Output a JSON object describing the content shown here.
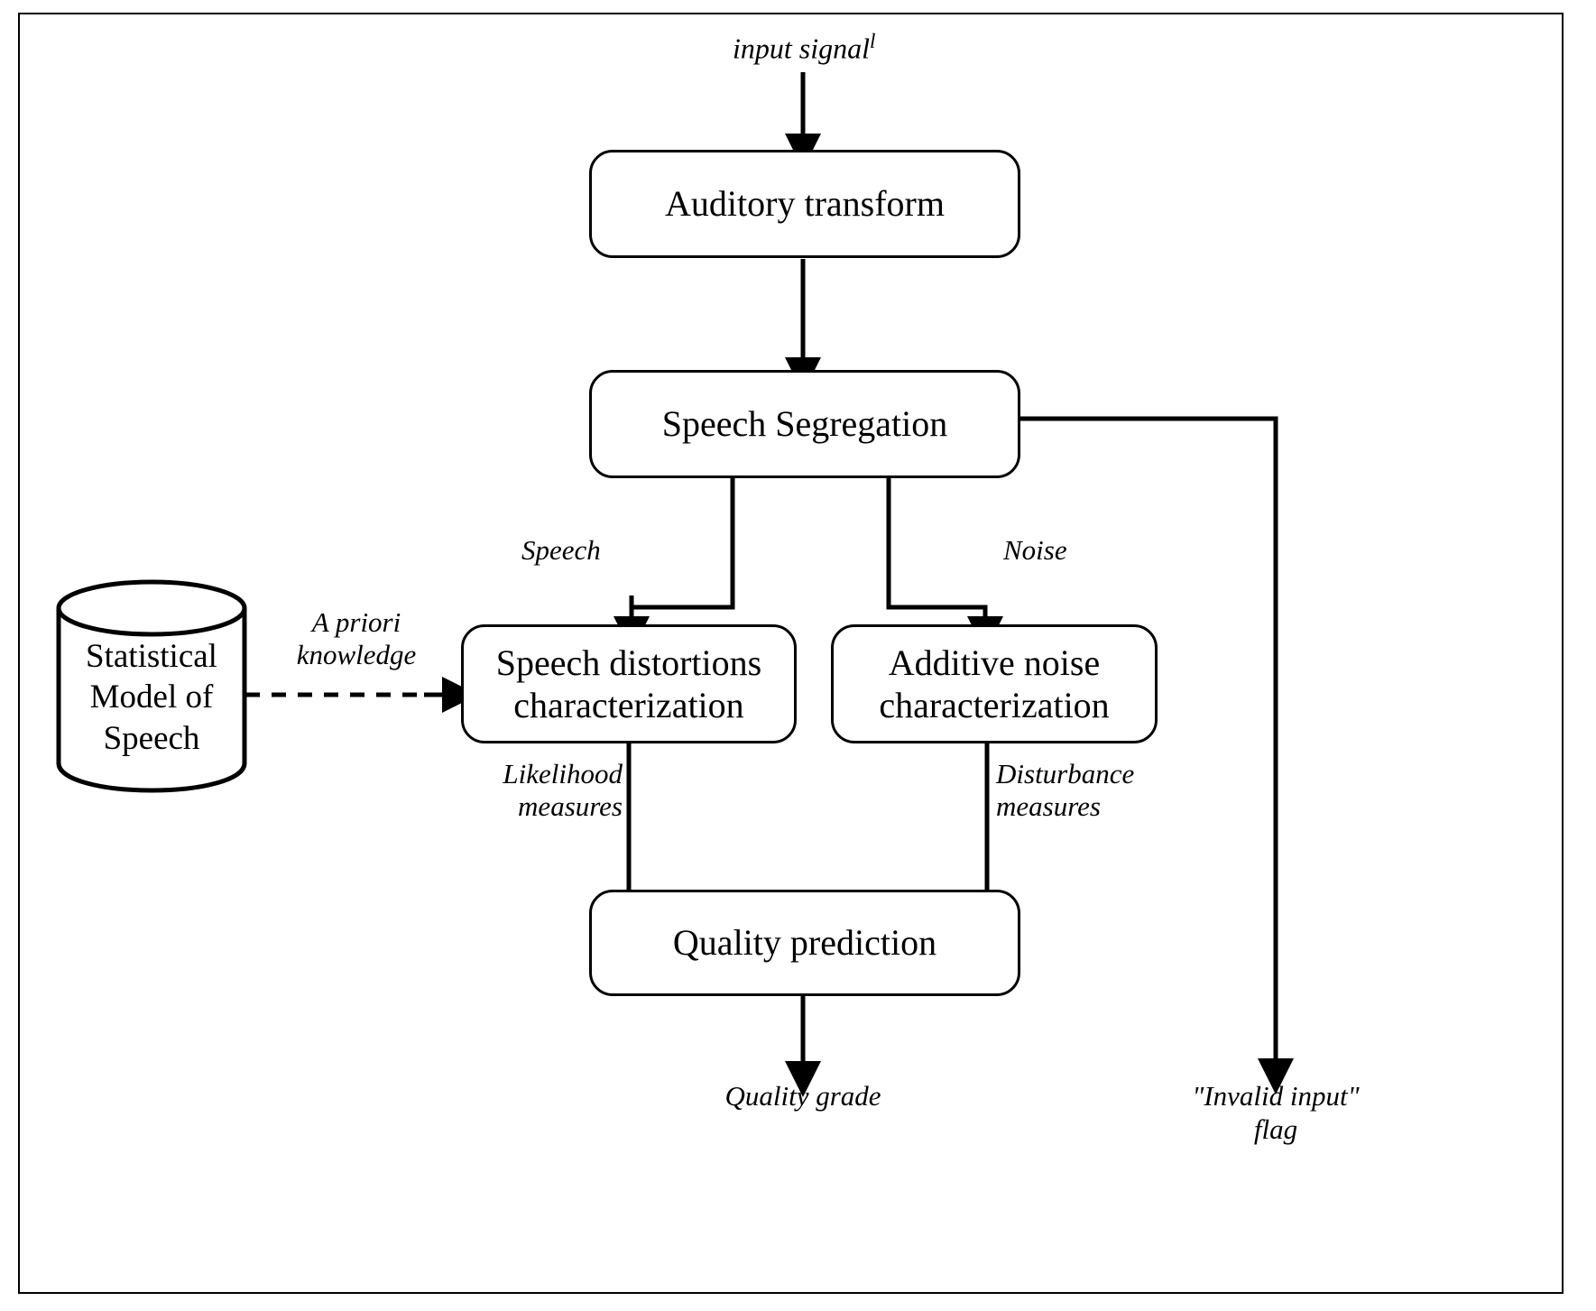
{
  "diagram": {
    "title_label": "input signal",
    "title_superscript": "l",
    "nodes": {
      "auditory_transform": "Auditory transform",
      "speech_segregation": "Speech Segregation",
      "speech_distortions": "Speech distortions\ncharacterization",
      "additive_noise": "Additive noise\ncharacterization",
      "quality_prediction": "Quality prediction",
      "statistical_model": "Statistical\nModel of\nSpeech"
    },
    "edge_labels": {
      "speech": "Speech",
      "noise": "Noise",
      "a_priori": "A priori\nknowledge",
      "likelihood": "Likelihood\nmeasures",
      "disturbance": "Disturbance\nmeasures"
    },
    "outputs": {
      "quality_grade": "Quality grade",
      "invalid_input": "\"Invalid input\"\nflag"
    },
    "colors": {
      "stroke": "#000000",
      "fill": "#ffffff",
      "background": "#ffffff"
    }
  }
}
